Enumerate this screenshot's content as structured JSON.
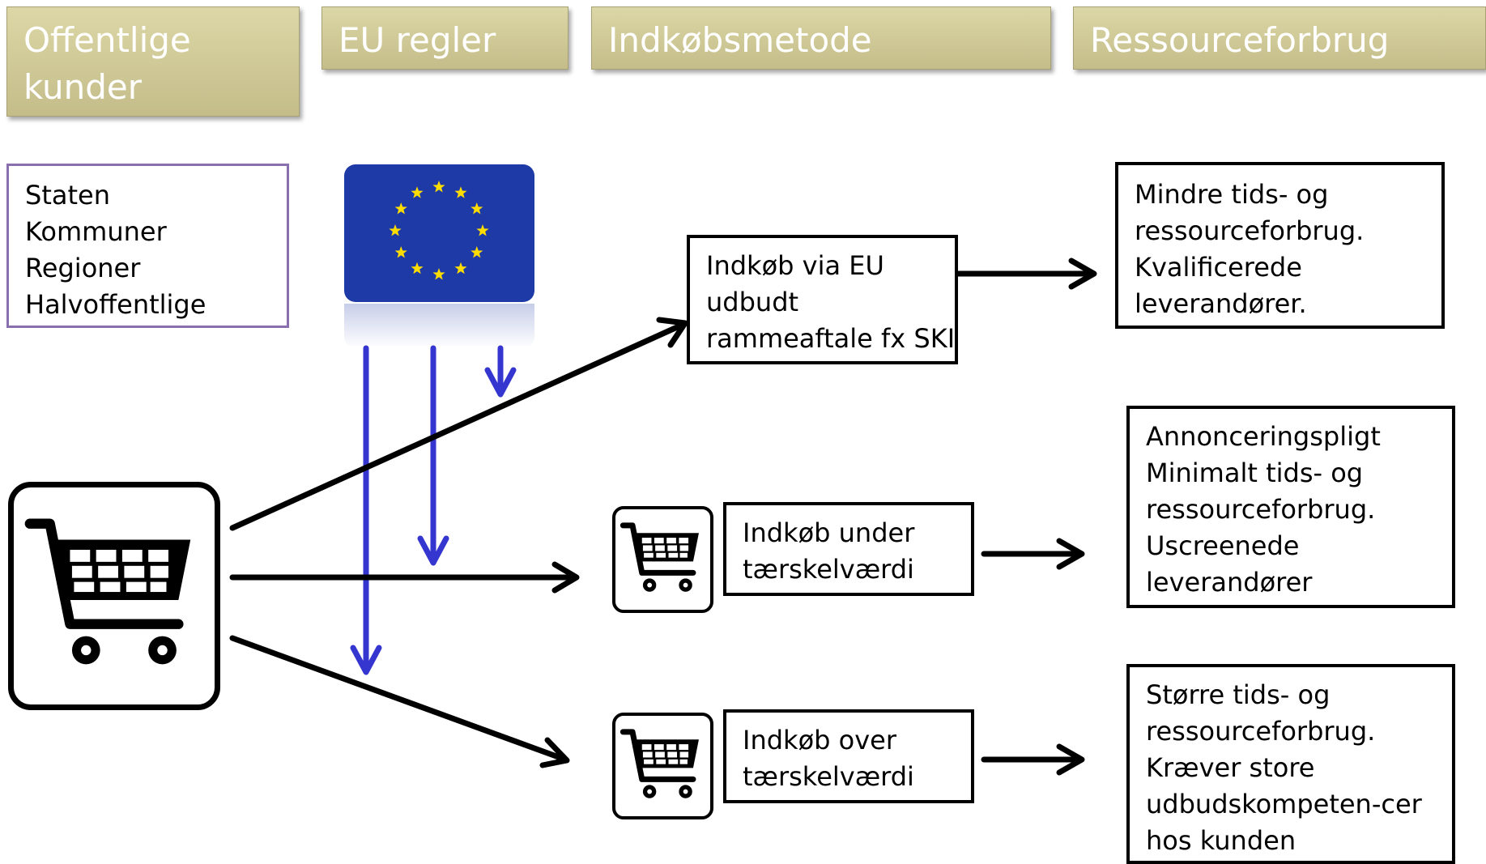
{
  "headers": [
    "Offentlige\nkunder",
    "EU regler",
    "Indkøbsmetode",
    "Ressourceforbrug"
  ],
  "customers": [
    "Staten",
    "Kommuner",
    "Regioner",
    "Halvoffentlige"
  ],
  "methods": {
    "eu": [
      "Indkøb via EU",
      "udbudt",
      "rammeaftale fx SKI"
    ],
    "under": [
      "Indkøb under",
      "tærskelværdi"
    ],
    "over": [
      "Indkøb over",
      "tærskelværdi"
    ]
  },
  "resources": {
    "eu": [
      "Mindre tids- og",
      "ressourceforbrug.",
      "Kvalificerede",
      "leverandører."
    ],
    "under": [
      "Annonceringspligt",
      "Minimalt tids- og",
      "ressourceforbrug.",
      "Uscreenede",
      "leverandører"
    ],
    "over": [
      "Større tids- og",
      "ressourceforbrug.",
      "Kræver store",
      "udbudskompeten-cer",
      "hos kunden"
    ]
  },
  "colors": {
    "header_fill": "#cdc696",
    "customer_border": "#8a6fae",
    "eu_blue": "#1e3aa6",
    "eu_star": "#ffdd00",
    "rule_arrow": "#3535d0"
  },
  "icons": [
    "eu-flag-icon",
    "shopping-cart-icon"
  ]
}
